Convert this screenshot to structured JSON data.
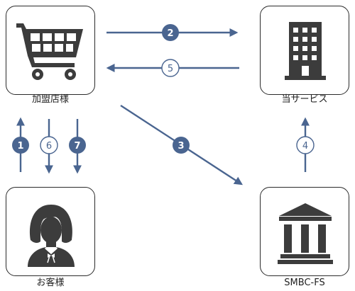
{
  "nodes": {
    "merchant": {
      "label": "加盟店様",
      "icon": "shopping-cart-icon"
    },
    "service": {
      "label": "当サービス",
      "icon": "office-building-icon"
    },
    "customer": {
      "label": "お客様",
      "icon": "person-icon"
    },
    "bank": {
      "label": "SMBC-FS",
      "icon": "bank-icon"
    }
  },
  "steps": [
    {
      "number": "1",
      "from": "customer",
      "to": "merchant",
      "style": "filled"
    },
    {
      "number": "2",
      "from": "merchant",
      "to": "service",
      "style": "filled"
    },
    {
      "number": "3",
      "from": "merchant",
      "to": "bank",
      "style": "filled"
    },
    {
      "number": "4",
      "from": "bank",
      "to": "service",
      "style": "outline"
    },
    {
      "number": "5",
      "from": "service",
      "to": "merchant",
      "style": "outline"
    },
    {
      "number": "6",
      "from": "merchant",
      "to": "customer",
      "style": "outline"
    },
    {
      "number": "7",
      "from": "merchant",
      "to": "customer",
      "style": "filled"
    }
  ],
  "colors": {
    "accent": "#4a6590",
    "border": "#2b2b2b",
    "icon": "#3c3c3c",
    "outline_fill": "#ffffff"
  }
}
